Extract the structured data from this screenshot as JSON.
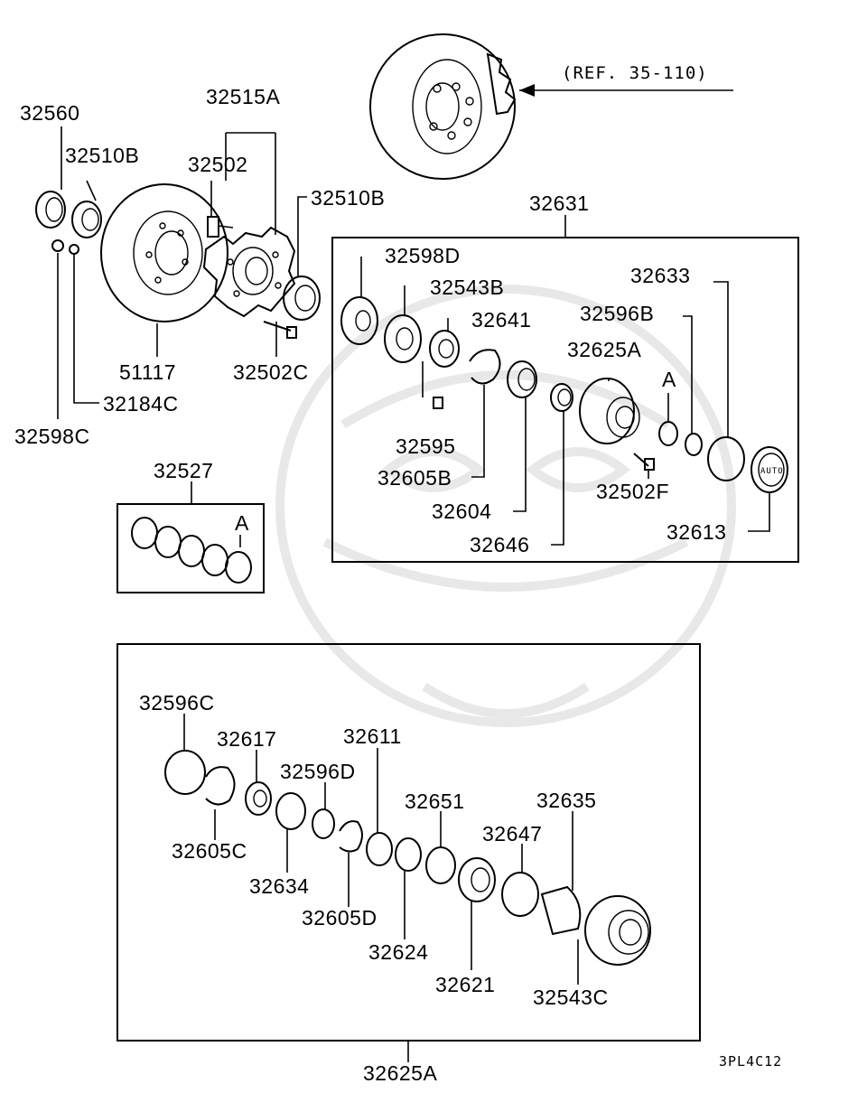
{
  "labels": {
    "ref": "(REF. 35-110)",
    "p32560": "32560",
    "p32510B_left": "32510B",
    "p32515A": "32515A",
    "p32502": "32502",
    "p32510B_right": "32510B",
    "p51117": "51117",
    "p32502C": "32502C",
    "p32184C": "32184C",
    "p32598C": "32598C",
    "p32631": "32631",
    "p32598D": "32598D",
    "p32543B": "32543B",
    "p32641": "32641",
    "p32633": "32633",
    "p32596B": "32596B",
    "p32625A_upper": "32625A",
    "marker_A_upper": "A",
    "p32595": "32595",
    "p32605B": "32605B",
    "p32604": "32604",
    "p32646": "32646",
    "p32502F": "32502F",
    "p32613": "32613",
    "p32527": "32527",
    "marker_A_lower": "A",
    "p32596C": "32596C",
    "p32617": "32617",
    "p32611": "32611",
    "p32596D": "32596D",
    "p32651": "32651",
    "p32635": "32635",
    "p32647": "32647",
    "p32605C": "32605C",
    "p32634": "32634",
    "p32605D": "32605D",
    "p32624": "32624",
    "p32621": "32621",
    "p32543C": "32543C",
    "p32625A_bottom": "32625A",
    "diagram_code": "3PL4C12",
    "auto_text": "AUTO"
  }
}
